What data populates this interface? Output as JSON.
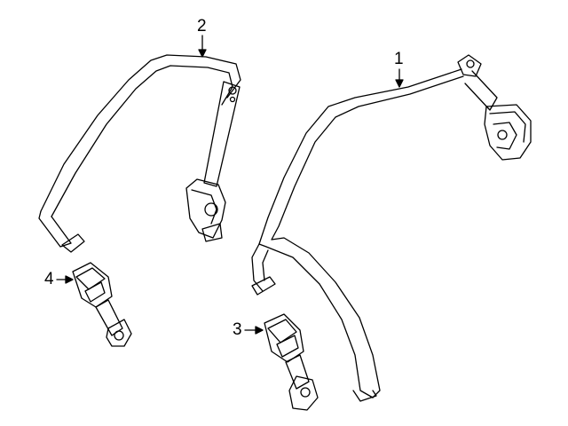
{
  "diagram": {
    "callouts": {
      "c1": "1",
      "c2": "2",
      "c3": "3",
      "c4": "4"
    },
    "colors": {
      "line": "#000000",
      "fill": "#ffffff",
      "shade": "#d9d9d9"
    }
  }
}
